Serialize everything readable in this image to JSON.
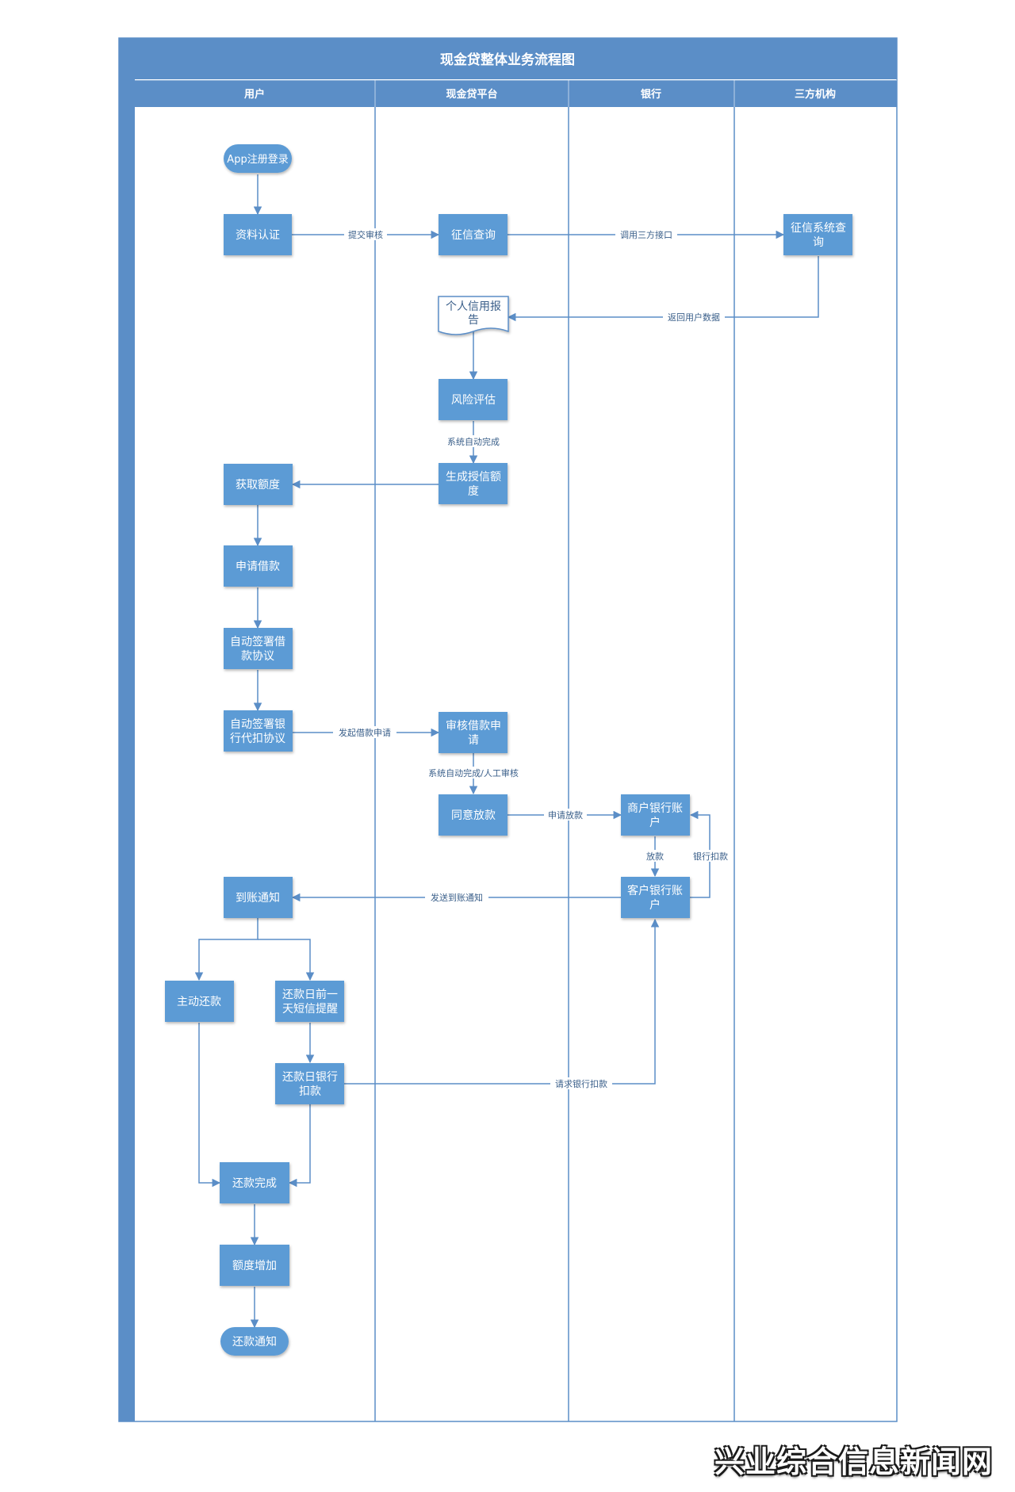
{
  "title": "现金贷整体业务流程图",
  "lanes": [
    "用户",
    "现金贷平台",
    "银行",
    "三方机构"
  ],
  "nodes": {
    "app_login": "App注册登录",
    "profile_auth": "资料认证",
    "credit_query": "征信查询",
    "credit_sys_query": [
      "征信系统查",
      "询"
    ],
    "credit_report": [
      "个人信用报",
      "告"
    ],
    "risk_eval": "风险评估",
    "gen_credit": [
      "生成授信额",
      "度"
    ],
    "get_limit": "获取额度",
    "apply_loan": "申请借款",
    "auto_sign_loan": [
      "自动签署借",
      "款协议"
    ],
    "auto_sign_bank": [
      "自动签署银",
      "行代扣协议"
    ],
    "review_loan": [
      "审核借款申",
      "请"
    ],
    "approve_loan": "同意放款",
    "merchant_account": [
      "商户银行账",
      "户"
    ],
    "customer_account": [
      "客户银行账",
      "户"
    ],
    "arrival_notice": "到账通知",
    "active_repay": "主动还款",
    "sms_reminder": [
      "还款日前一",
      "天短信提醒"
    ],
    "bank_deduct": [
      "还款日银行",
      "扣款"
    ],
    "repay_done": "还款完成",
    "limit_increase": "额度增加",
    "repay_notice": "还款通知"
  },
  "edge_labels": {
    "submit_review": "提交审核",
    "call_third_api": "调用三方接口",
    "return_user_data": "返回用户数据",
    "auto_complete": "系统自动完成",
    "initiate_loan": "发起借款申请",
    "auto_or_manual": "系统自动完成/人工审核",
    "apply_disburse": "申请放款",
    "disburse": "放款",
    "bank_deduction": "银行扣款",
    "send_arrival": "发送到账通知",
    "request_deduct": "请求银行扣款"
  },
  "watermark": "兴业综合信息新闻网",
  "colors": {
    "header": "#5b8ec7",
    "node": "#5b9bd5",
    "line": "#5b8ec7",
    "label": "#3a5f8a"
  }
}
